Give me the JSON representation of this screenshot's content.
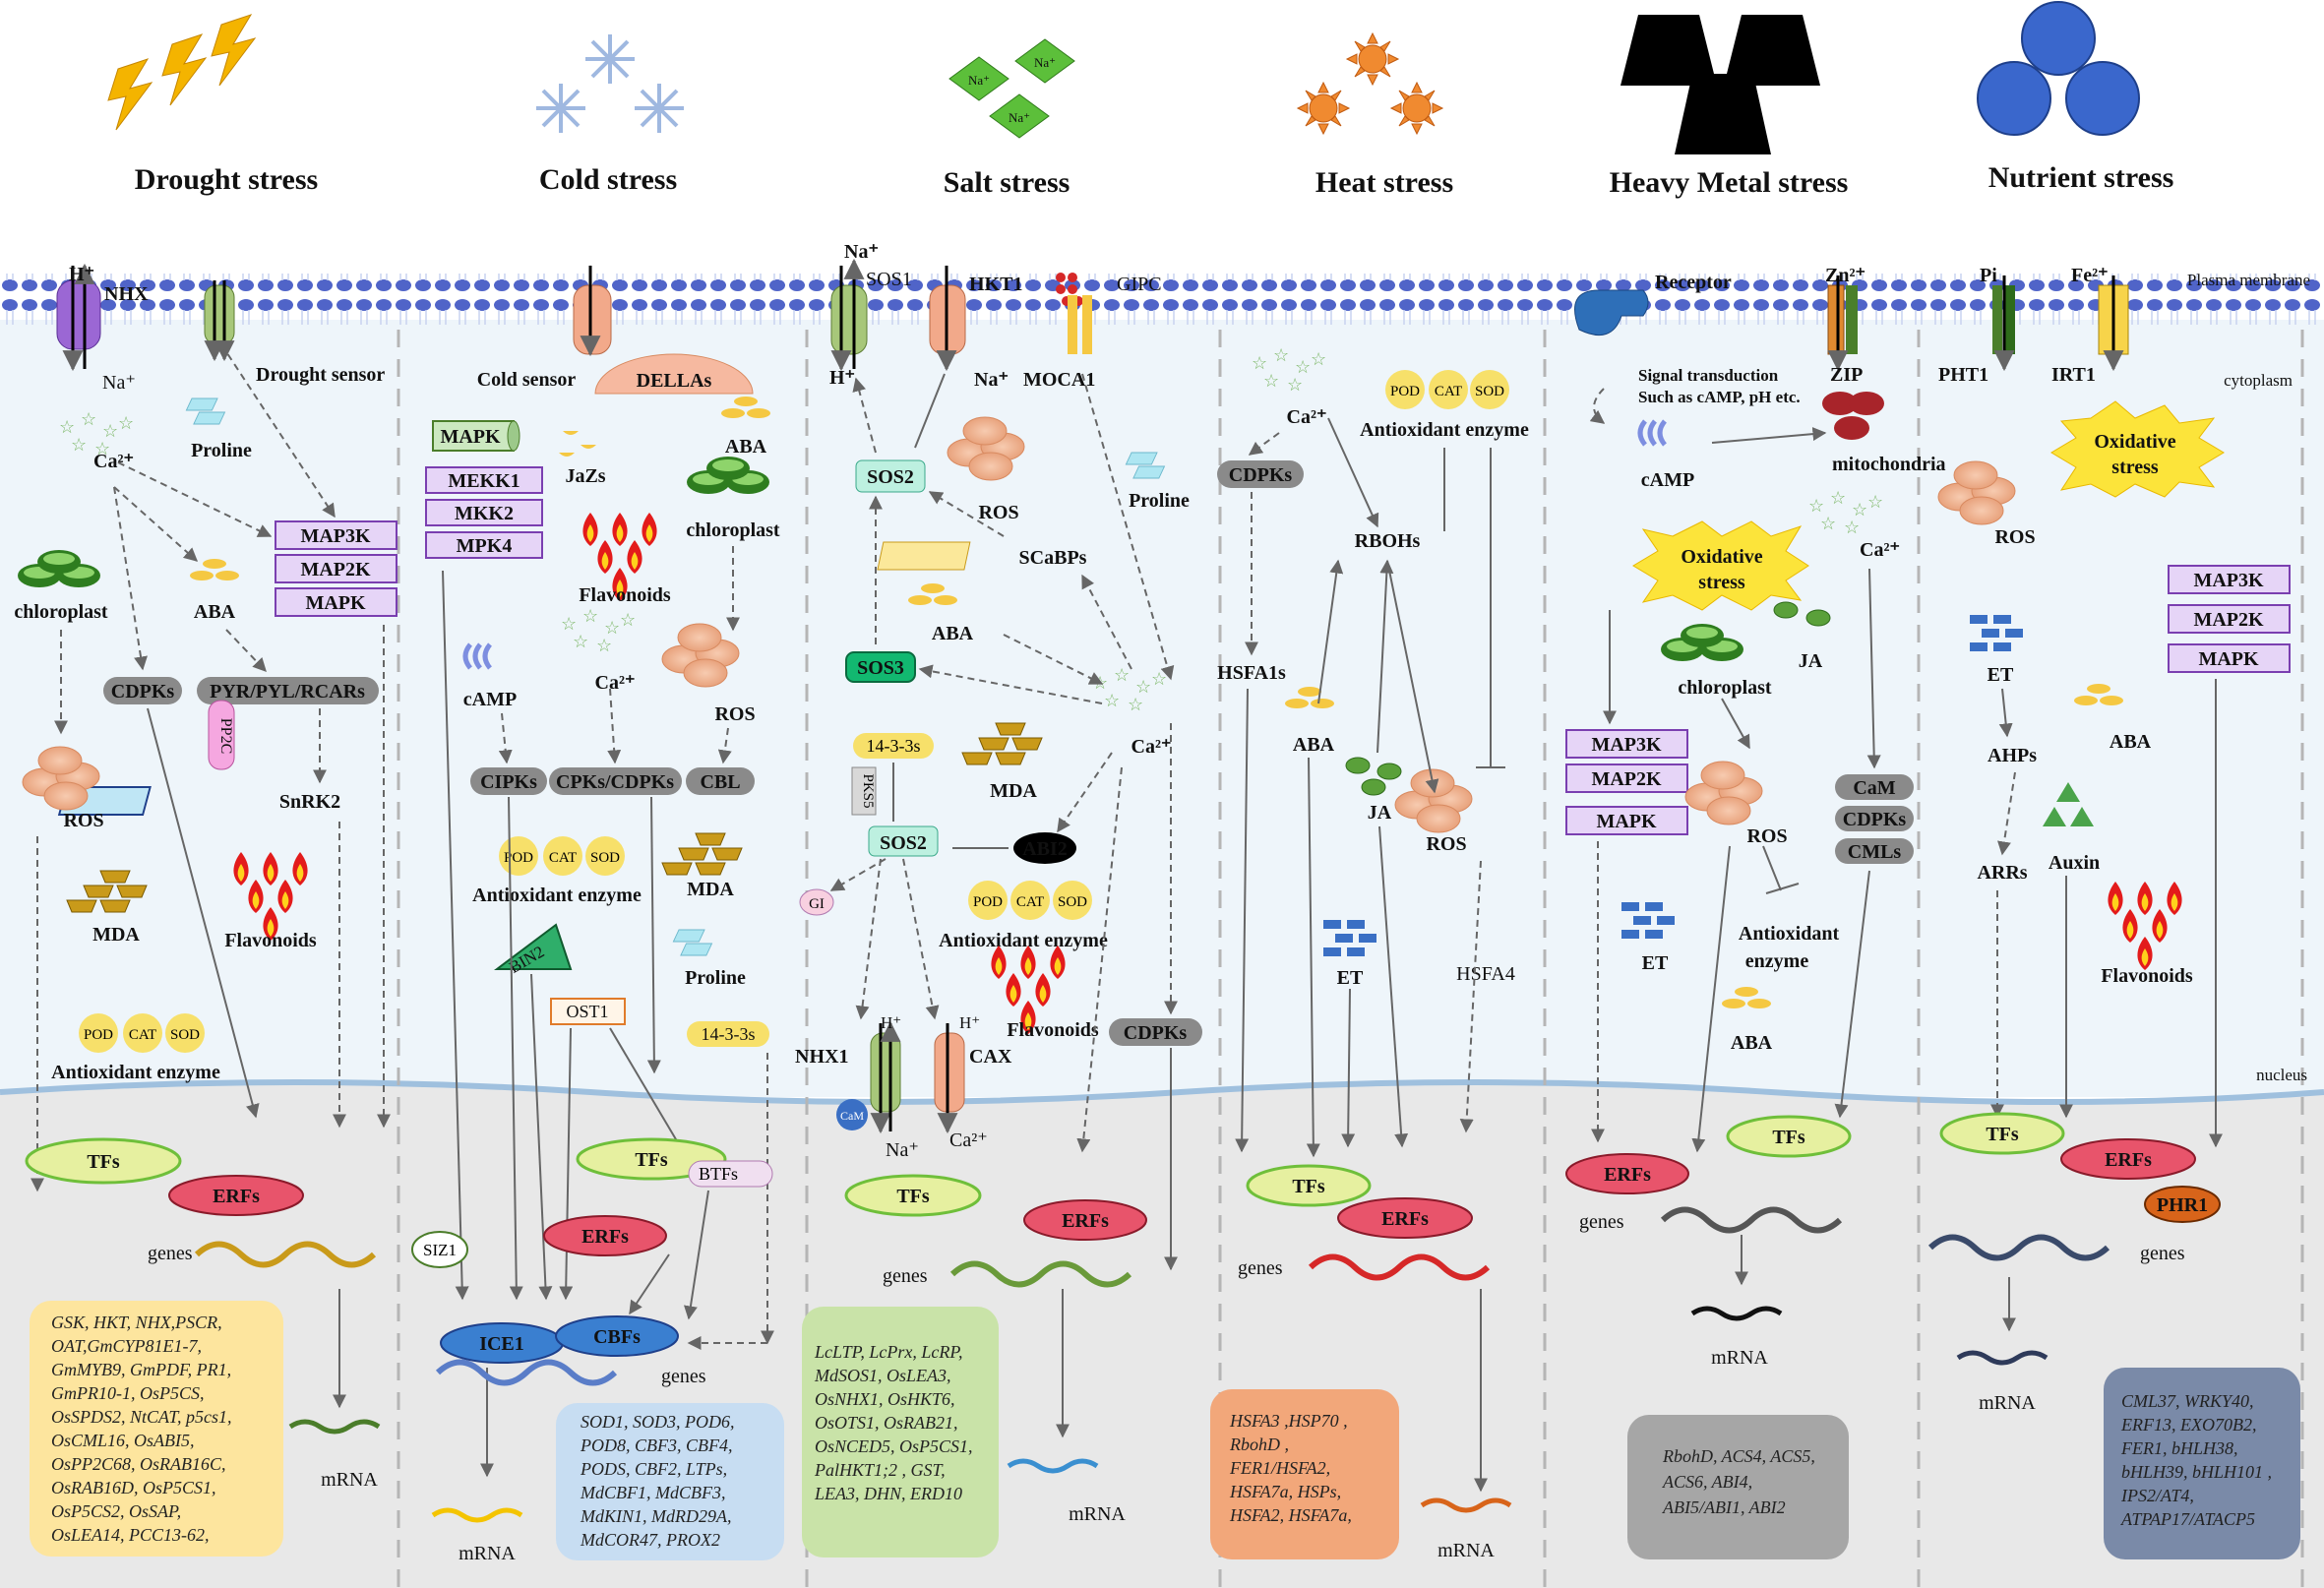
{
  "stresses": [
    "Drought stress",
    "Cold stress",
    "Salt stress",
    "Heat stress",
    "Heavy Metal stress",
    "Nutrient stress"
  ],
  "membrane": {
    "plasma": "Plasma membrane",
    "cytoplasm": "cytoplasm",
    "nucleus": "nucleus"
  },
  "drought": {
    "nhx": "NHX",
    "h": "H⁺",
    "na": "Na⁺",
    "sensor": "Drought sensor",
    "proline": "Proline",
    "ca": "Ca²⁺",
    "chloroplast": "chloroplast",
    "aba": "ABA",
    "map3k": "MAP3K",
    "map2k": "MAP2K",
    "mapk": "MAPK",
    "cdpks": "CDPKs",
    "pyr": "PYR/PYL/RCARs",
    "pp2c": "PP2C",
    "snrk2": "SnRK2",
    "ros": "ROS",
    "mda": "MDA",
    "flavonoids": "Flavonoids",
    "pod": "POD",
    "cat": "CAT",
    "sod": "SOD",
    "antiox": "Antioxidant enzyme",
    "tfs": "TFs",
    "erfs": "ERFs",
    "genes": "genes",
    "mrna": "mRNA",
    "gene_list": [
      "GSK, HKT, NHX,PSCR,",
      "OAT,GmCYP81E1-7,",
      "GmMYB9, GmPDF, PR1,",
      "GmPR10-1, OsP5CS,",
      "OsSPDS2, NtCAT, p5cs1,",
      "OsCML16, OsABI5,",
      "OsPP2C68, OsRAB16C,",
      "OsRAB16D, OsP5CS1,",
      "OsP5CS2, OsSAP,",
      "OsLEA14, PCC13-62,"
    ]
  },
  "cold": {
    "sensor": "Cold sensor",
    "dellas": "DELLAs",
    "mapk": "MAPK",
    "mekk1": "MEKK1",
    "mkk2": "MKK2",
    "mpk4": "MPK4",
    "jazs": "JaZs",
    "aba": "ABA",
    "chloroplast": "chloroplast",
    "flavonoids": "Flavonoids",
    "camp": "cAMP",
    "ca": "Ca²⁺",
    "ros": "ROS",
    "cipks": "CIPKs",
    "cpks": "CPKs/CDPKs",
    "cbl": "CBL",
    "pod": "POD",
    "cat": "CAT",
    "sod": "SOD",
    "antiox": "Antioxidant enzyme",
    "mda": "MDA",
    "bin2": "BIN2",
    "ost1": "OST1",
    "proline": "Proline",
    "p1433": "14-3-3s",
    "tfs": "TFs",
    "btfs": "BTFs",
    "erfs": "ERFs",
    "siz1": "SIZ1",
    "ice1": "ICE1",
    "cbfs": "CBFs",
    "genes": "genes",
    "mrna": "mRNA",
    "gene_list": [
      "SOD1, SOD3, POD6,",
      "POD8, CBF3, CBF4,",
      "PODS, CBF2, LTPs,",
      "MdCBF1, MdCBF3,",
      "MdKIN1, MdRD29A,",
      "MdCOR47, PROX2"
    ]
  },
  "salt": {
    "na": "Na⁺",
    "sos1": "SOS1",
    "hkt1": "HKT1",
    "gipc": "GIPC",
    "h": "H⁺",
    "moca1": "MOCA1",
    "sos2": "SOS2",
    "ros": "ROS",
    "proline": "Proline",
    "scabps": "SCaBPs",
    "aba": "ABA",
    "sos3": "SOS3",
    "ca": "Ca²⁺",
    "p1433": "14-3-3s",
    "pks5": "PKS5",
    "mda": "MDA",
    "sos2b": "SOS2",
    "abi2": "ABI2",
    "gi": "GI",
    "pod": "POD",
    "cat": "CAT",
    "sod": "SOD",
    "antiox": "Antioxidant enzyme",
    "flavonoids": "Flavonoids",
    "nhx1": "NHX1",
    "cax": "CAX",
    "cam": "CaM",
    "cdpks": "CDPKs",
    "tfs": "TFs",
    "erfs": "ERFs",
    "genes": "genes",
    "mrna": "mRNA",
    "gene_list": [
      "LcLTP, LcPrx, LcRP,",
      "MdSOS1, OsLEA3,",
      "OsNHX1, OsHKT6,",
      "OsOTS1, OsRAB21,",
      "OsNCED5, OsP5CS1,",
      "PalHKT1;2 , GST,",
      "LEA3, DHN, ERD10"
    ]
  },
  "heat": {
    "ca": "Ca²⁺",
    "pod": "POD",
    "cat": "CAT",
    "sod": "SOD",
    "antiox": "Antioxidant enzyme",
    "cdpks": "CDPKs",
    "rbohs": "RBOHs",
    "hsfa1s": "HSFA1s",
    "aba": "ABA",
    "ja": "JA",
    "ros": "ROS",
    "et": "ET",
    "hsfa4": "HSFA4",
    "tfs": "TFs",
    "erfs": "ERFs",
    "genes": "genes",
    "mrna": "mRNA",
    "gene_list": [
      "HSFA3 ,HSP70 ,",
      "RbohD ,",
      "FER1/HSFA2,",
      "HSFA7a, HSPs,",
      "HSFA2, HSFA7a,"
    ]
  },
  "metal": {
    "receptor": "Receptor",
    "zn": "Zn²⁺",
    "zip": "ZIP",
    "signal1": "Signal transduction",
    "signal2": "Such as cAMP, pH etc.",
    "camp": "cAMP",
    "mito": "mitochondria",
    "ca": "Ca²⁺",
    "oxid1": "Oxidative",
    "oxid2": "stress",
    "chloroplast": "chloroplast",
    "ja": "JA",
    "map3k": "MAP3K",
    "map2k": "MAP2K",
    "mapk": "MAPK",
    "cam": "CaM",
    "cdpks": "CDPKs",
    "cmls": "CMLs",
    "ros": "ROS",
    "antiox1": "Antioxidant",
    "antiox2": "enzyme",
    "et": "ET",
    "aba": "ABA",
    "tfs": "TFs",
    "erfs": "ERFs",
    "genes": "genes",
    "mrna": "mRNA",
    "gene_list": [
      "RbohD, ACS4, ACS5,",
      "ACS6, ABI4,",
      "ABI5/ABI1, ABI2"
    ]
  },
  "nutrient": {
    "pi": "Pi",
    "fe": "Fe²⁺",
    "pht1": "PHT1",
    "irt1": "IRT1",
    "oxid1": "Oxidative",
    "oxid2": "stress",
    "ros": "ROS",
    "map3k": "MAP3K",
    "map2k": "MAP2K",
    "mapk": "MAPK",
    "et": "ET",
    "ahps": "AHPs",
    "aba": "ABA",
    "arrs": "ARRs",
    "auxin": "Auxin",
    "flavonoids": "Flavonoids",
    "tfs": "TFs",
    "erfs": "ERFs",
    "phr1": "PHR1",
    "genes": "genes",
    "mrna": "mRNA",
    "gene_list": [
      "CML37, WRKY40,",
      "ERF13,  EXO70B2,",
      "FER1, bHLH38,",
      "bHLH39, bHLH101 ,",
      "IPS2/AT4,",
      "ATPAP17/ATACP5"
    ]
  },
  "colors": {
    "membrane": "#4a5fbf",
    "cytoplasm": "#eef5fa",
    "nucleus": "#e8e8e8",
    "mapk_box": "#e6d5f7",
    "mapk_border": "#7a3fb0",
    "gray_pill": "#8a8a8a",
    "tfs": "#e6f0a0",
    "erfs": "#e8546b"
  }
}
